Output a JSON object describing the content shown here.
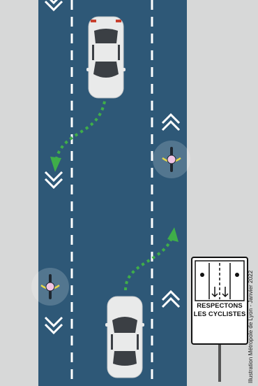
{
  "sign": {
    "line1": "RESPECTONS",
    "line2": "LES CYCLISTES"
  },
  "credit": "Illustration Métropole de Lyon - Janvier 2022",
  "colors": {
    "background": "#d7d8d8",
    "road": "#2e5877",
    "lane_marking": "#ffffff",
    "car_body": "#e9eaea",
    "car_glass": "#3b3f44",
    "car_lights": "#c8402e",
    "arrow_trail": "#3fae49",
    "cyclist_helmet": "#f0c4e4",
    "cyclist_frame": "#e6d84a"
  },
  "icons": [
    "car-icon",
    "bicycle-icon",
    "chevron-up-icon",
    "chevron-down-icon",
    "dotted-arrow-icon",
    "road-sign-icon"
  ]
}
